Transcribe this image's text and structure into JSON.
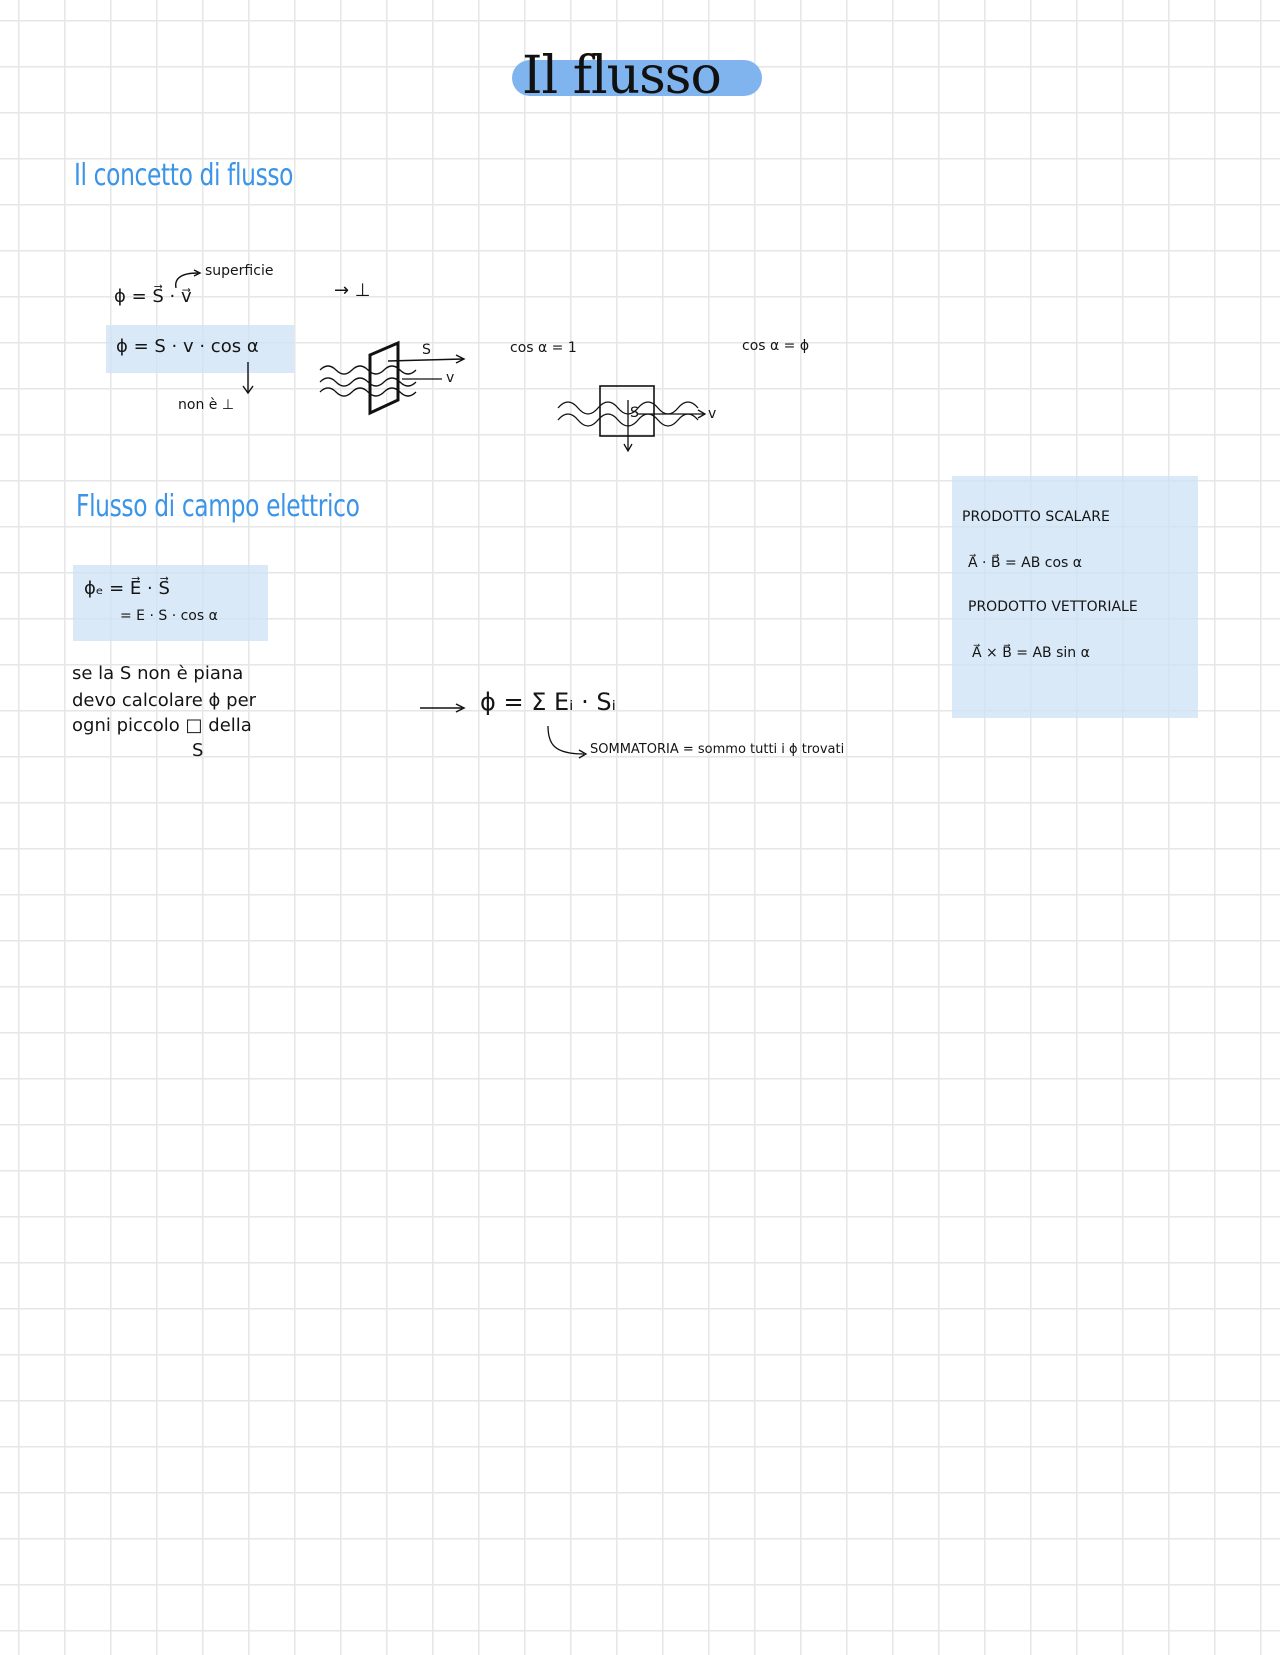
{
  "title": "Il flusso",
  "colors": {
    "highlight": "#7fb4ef",
    "heading": "#3a94e8",
    "box": "#cce2f6",
    "grid": "#e6e6e6"
  },
  "section1": {
    "heading": "Il concetto di flusso",
    "formula1": "ϕ = S⃗ · v⃗",
    "superficie": "superficie",
    "arrow_perp": "→ ⊥",
    "formula2": "ϕ = S · v · cos α",
    "non_perp": "non è ⊥",
    "cos_one": "cos α = 1",
    "cos_zero": "cos α = ϕ",
    "fig1_s": "S",
    "fig1_v": "v",
    "fig2_s": "S",
    "fig2_v": "v"
  },
  "section2": {
    "heading": "Flusso di campo elettrico",
    "formula_line1": "ϕₑ = E⃗ · S⃗",
    "formula_line2": "= E · S · cos α",
    "note_lines": [
      "se la S non è piana",
      "devo calcolare ϕ per",
      "ogni piccolo □ della",
      "S"
    ],
    "sum_formula": "ϕ = Σ Eᵢ · Sᵢ",
    "sum_note": "SOMMATORIA = sommo tutti i ϕ trovati"
  },
  "sidebox": {
    "scalar_label": "PRODOTTO SCALARE",
    "scalar_formula": "A⃗ · B⃗ = AB cos α",
    "vector_label": "PRODOTTO VETTORIALE",
    "vector_formula": "A⃗ × B⃗ = AB sin α"
  }
}
